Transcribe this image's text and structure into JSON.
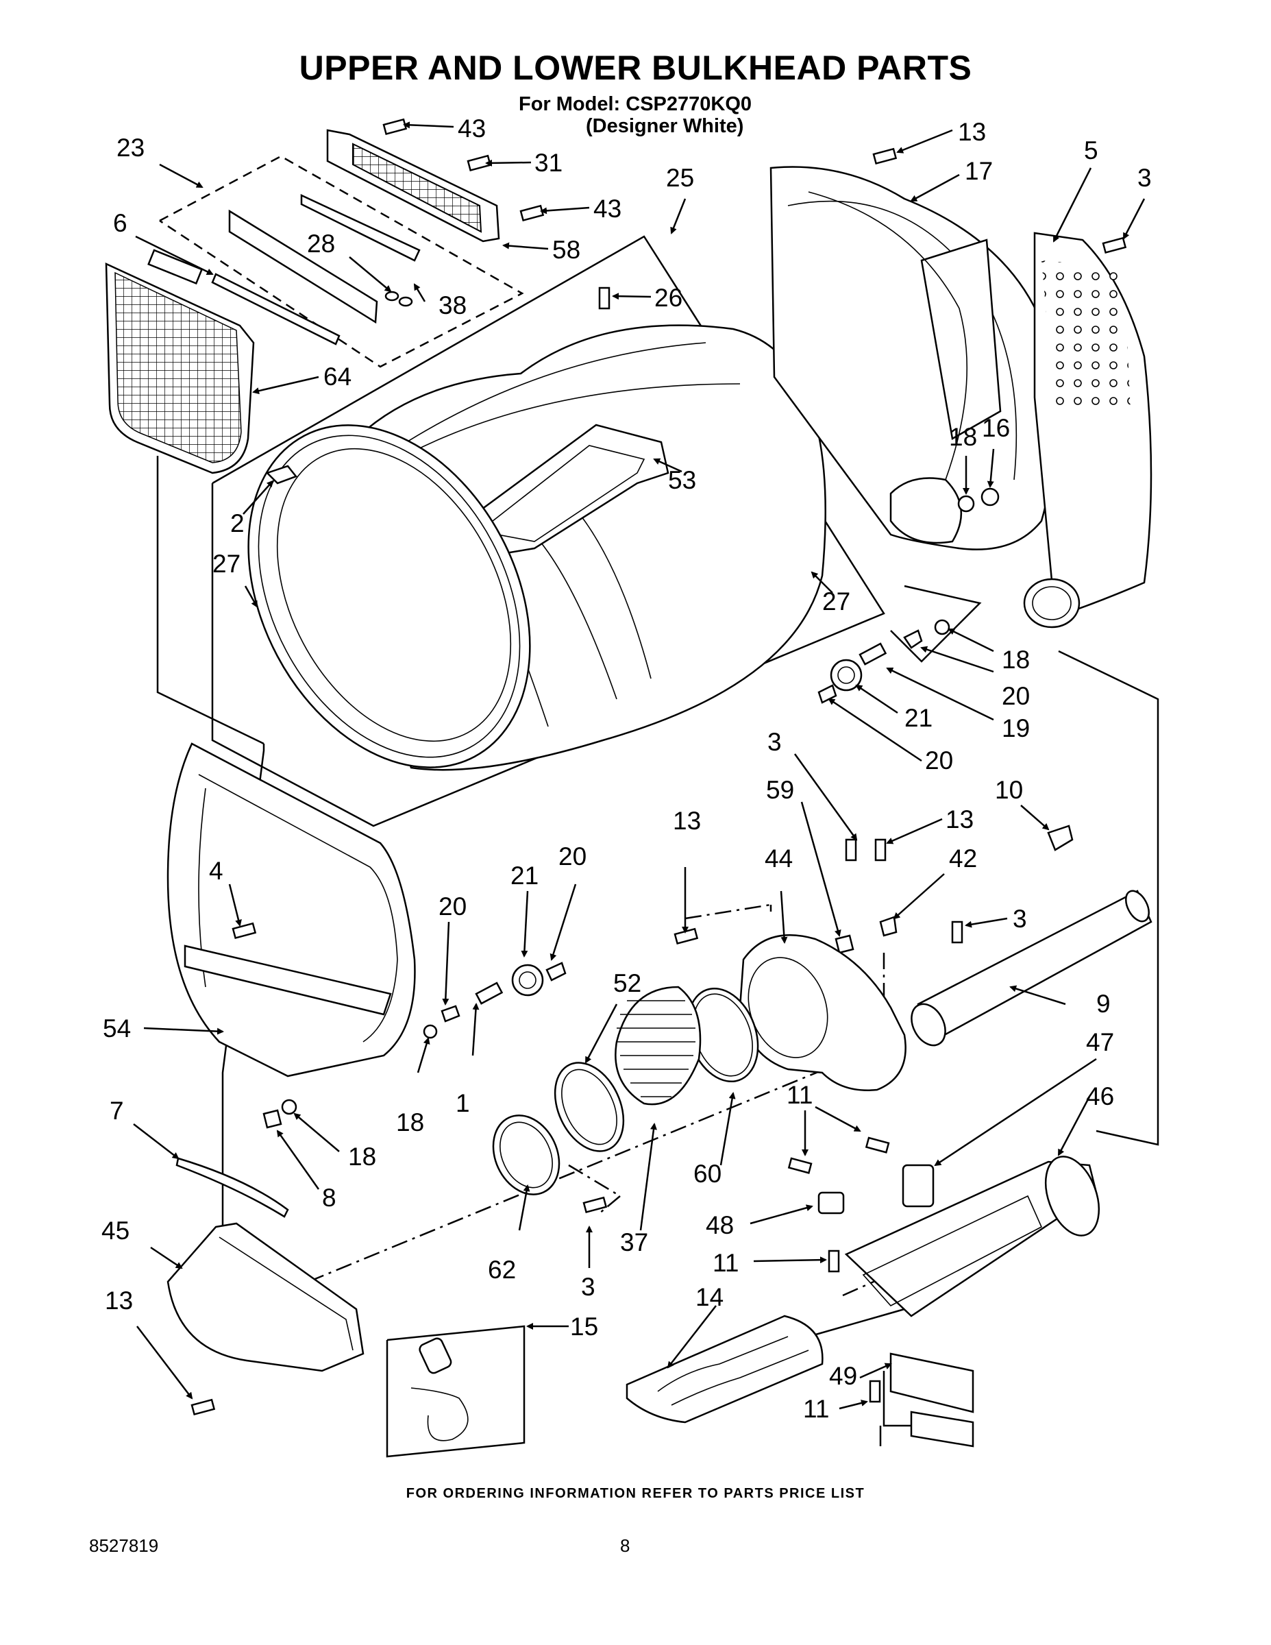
{
  "header": {
    "title": "UPPER AND LOWER BULKHEAD PARTS",
    "model_line": "For Model: CSP2770KQ0",
    "model_variant": "(Designer White)"
  },
  "callouts": {
    "c43a": "43",
    "c31": "31",
    "c43b": "43",
    "c58": "58",
    "c23": "23",
    "c6": "6",
    "c28": "28",
    "c38": "38",
    "c26": "26",
    "c25": "25",
    "c64": "64",
    "c53": "53",
    "c2": "2",
    "c27a": "27",
    "c27b": "27",
    "c13a": "13",
    "c17": "17",
    "c5": "5",
    "c3a": "3",
    "c18a": "18",
    "c16": "16",
    "c18b": "18",
    "c20a": "20",
    "c21a": "21",
    "c19": "19",
    "c20b": "20",
    "c3b": "3",
    "c59": "59",
    "c13b": "13",
    "c13c": "13",
    "c10": "10",
    "c44": "44",
    "c42": "42",
    "c3c": "3",
    "c4": "4",
    "c21b": "21",
    "c20c": "20",
    "c20d": "20",
    "c9": "9",
    "c52": "52",
    "c47": "47",
    "c54": "54",
    "c7": "7",
    "c1": "1",
    "c18c": "18",
    "c18d": "18",
    "c46": "46",
    "c11a": "11",
    "c8": "8",
    "c60": "60",
    "c37": "37",
    "c48": "48",
    "c45": "45",
    "c62": "62",
    "c11b": "11",
    "c3d": "3",
    "c13d": "13",
    "c15": "15",
    "c14": "14",
    "c49": "49",
    "c11c": "11"
  },
  "footer": {
    "note": "FOR ORDERING INFORMATION REFER TO PARTS PRICE LIST",
    "doc_number": "8527819",
    "page_number": "8"
  }
}
